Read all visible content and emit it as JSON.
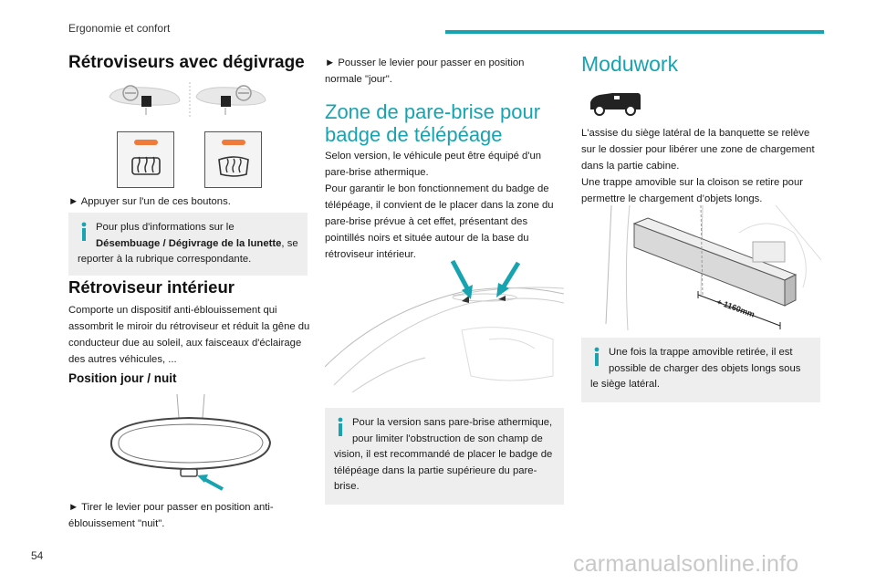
{
  "header": {
    "section": "Ergonomie et confort",
    "accent_color": "#17a3b0"
  },
  "page_number": "54",
  "watermark": "carmanualsonline.info",
  "col1": {
    "title": "Rétroviseurs avec dégivrage",
    "step1": "►  Appuyer sur l'un de ces boutons.",
    "note1_pre": "Pour plus d'informations sur le ",
    "note1_bold": "Désembuage / Dégivrage de la lunette",
    "note1_post": ", se reporter à la rubrique correspondante.",
    "title2": "Rétroviseur intérieur",
    "intro2": "Comporte un dispositif anti-éblouissement qui assombrit le miroir du rétroviseur et réduit la gêne du conducteur due au soleil, aux faisceaux d'éclairage des autres véhicules, ...",
    "sub": "Position jour / nuit",
    "step2": "►  Tirer le levier pour passer en position anti-éblouissement \"nuit\"."
  },
  "col2": {
    "step3": "►  Pousser le levier pour passer en position normale \"jour\".",
    "title": "Zone de pare-brise pour badge de télépéage",
    "body": "Selon version, le véhicule peut être équipé d'un pare-brise athermique.\nPour garantir le bon fonctionnement du badge de télépéage, il convient de le placer dans la zone du pare-brise prévue à cet effet, présentant des pointillés noirs et située autour de la base du rétroviseur intérieur.",
    "note": "Pour la version sans pare-brise athermique, pour limiter l'obstruction de son champ de vision, il est recommandé de placer le badge de télépéage dans la partie supérieure du pare-brise."
  },
  "col3": {
    "title": "Moduwork",
    "body": "L'assise du siège latéral de la banquette se relève sur le dossier pour libérer une zone de chargement dans la partie cabine.\nUne trappe amovible sur la cloison se retire pour permettre le chargement d’objets longs.",
    "dimension_label": "+ 1160mm",
    "note": "Une fois la trappe amovible retirée, il est possible de charger des objets longs sous le siège latéral."
  },
  "icons": {
    "info": "info-icon",
    "rear_defrost": "rear-defrost-icon",
    "mirror_defrost": "mirror-defrost-icon",
    "van": "van-icon"
  }
}
